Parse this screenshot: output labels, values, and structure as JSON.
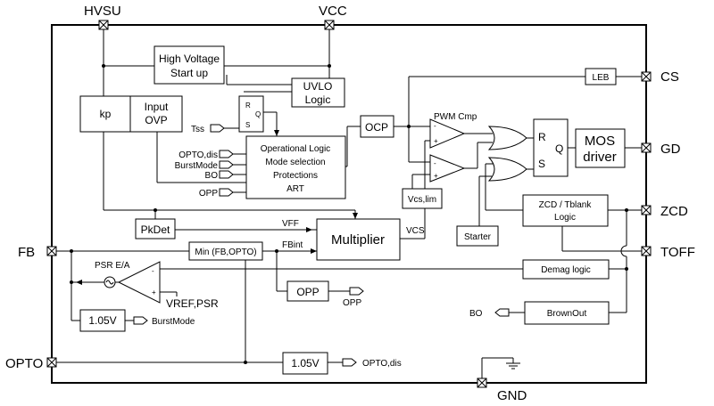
{
  "pins": {
    "hvsu": "HVSU",
    "vcc": "VCC",
    "cs": "CS",
    "gd": "GD",
    "zcd": "ZCD",
    "toff": "TOFF",
    "fb": "FB",
    "opto": "OPTO",
    "gnd": "GND"
  },
  "blocks": {
    "hv_startup": [
      "High Voltage",
      "Start up"
    ],
    "uvlo": [
      "UVLO",
      "Logic"
    ],
    "kp": "kp",
    "input_ovp": [
      "Input",
      "OVP"
    ],
    "rs_latch_small": {
      "r": "R",
      "q": "Q",
      "s": "S"
    },
    "op_logic": [
      "Operational Logic",
      "Mode selection",
      "Protections",
      "ART"
    ],
    "ocp": "OCP",
    "leb": "LEB",
    "pwm_cmp": "PWM Cmp",
    "rs_latch": {
      "r": "R",
      "q": "Q",
      "s": "S"
    },
    "mos_driver": [
      "MOS",
      "driver"
    ],
    "vcs_lim": "Vcs,lim",
    "starter": "Starter",
    "zcd_tblank": [
      "ZCD / Tblank",
      "Logic"
    ],
    "pkdet": "PkDet",
    "multiplier": "Multiplier",
    "min_fb_opto": "Min (FB,OPTO)",
    "psr_ea": "PSR E/A",
    "opp_block": "OPP",
    "demag": "Demag logic",
    "brownout": "BrownOut",
    "v105_a": "1.05V",
    "v105_b": "1.05V"
  },
  "signals": {
    "tss": "Tss",
    "opto_dis_in": "OPTO,dis",
    "burstmode_in": "BurstMode",
    "bo_in": "BO",
    "opp_in": "OPP",
    "vff": "VFF",
    "fbint": "FBint",
    "vcs": "VCS",
    "vref_psr": "VREF,PSR",
    "opp_out": "OPP",
    "burstmode_out": "BurstMode",
    "bo_out": "BO",
    "opto_dis_out": "OPTO,dis"
  }
}
